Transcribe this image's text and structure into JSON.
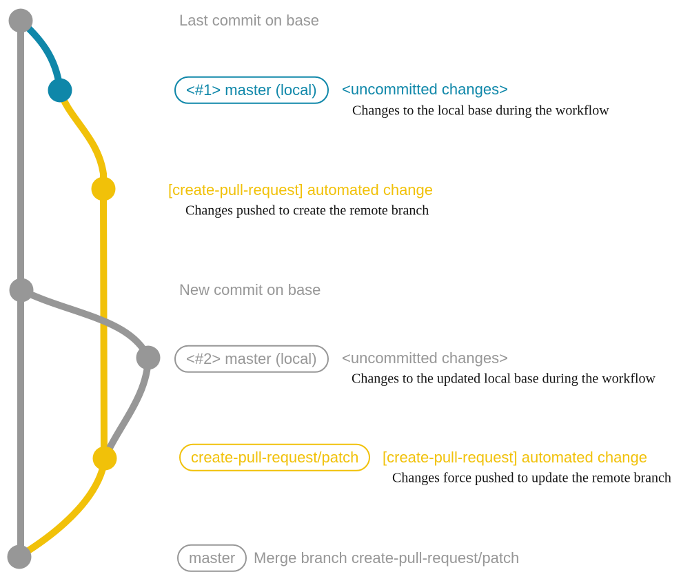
{
  "colors": {
    "gray": "#979797",
    "teal": "#0f87a9",
    "yellow": "#f1c109",
    "text_dark": "#141414"
  },
  "graph": {
    "type": "git-branch-diagram",
    "branches": [
      {
        "name": "base",
        "color": "gray"
      },
      {
        "name": "master-local",
        "color": "teal-then-yellow"
      },
      {
        "name": "create-pull-request-patch",
        "color": "yellow"
      }
    ],
    "commits": [
      {
        "id": "last-commit-on-base",
        "branch": "base",
        "color": "gray"
      },
      {
        "id": "local-uncommitted-1",
        "branch": "master-local",
        "color": "teal"
      },
      {
        "id": "automated-change-1",
        "branch": "create-pull-request-patch",
        "color": "yellow"
      },
      {
        "id": "new-commit-on-base",
        "branch": "base",
        "color": "gray"
      },
      {
        "id": "local-uncommitted-2",
        "branch": "master-local",
        "color": "gray"
      },
      {
        "id": "automated-change-2",
        "branch": "create-pull-request-patch",
        "color": "yellow"
      },
      {
        "id": "merge-commit",
        "branch": "base",
        "color": "gray"
      }
    ]
  },
  "annotations": {
    "last_commit": "Last commit on base",
    "row1": {
      "pill": "<#1> master (local)",
      "status": "<uncommitted changes>",
      "desc": "Changes to the local base during the workflow"
    },
    "row2": {
      "title": "[create-pull-request] automated change",
      "desc": "Changes pushed to create the remote branch"
    },
    "new_commit": "New commit on base",
    "row3": {
      "pill": "<#2> master (local)",
      "status": "<uncommitted changes>",
      "desc": "Changes to the updated local base during the workflow"
    },
    "row4": {
      "pill": "create-pull-request/patch",
      "title": "[create-pull-request] automated change",
      "desc": "Changes force pushed to update the remote branch"
    },
    "row5": {
      "pill": "master",
      "desc": "Merge branch create-pull-request/patch"
    }
  }
}
